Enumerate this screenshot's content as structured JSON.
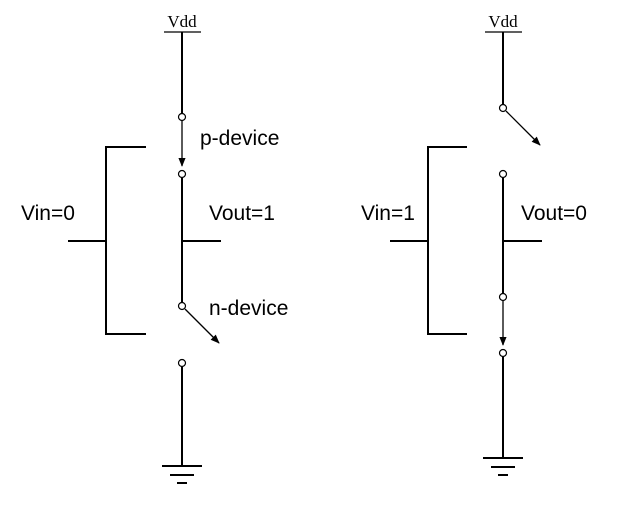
{
  "left_circuit": {
    "vdd_label": "Vdd",
    "p_device_label": "p-device",
    "n_device_label": "n-device",
    "vin_label": "Vin=0",
    "vout_label": "Vout=1",
    "p_switch": "closed",
    "n_switch": "open"
  },
  "right_circuit": {
    "vdd_label": "Vdd",
    "vin_label": "Vin=1",
    "vout_label": "Vout=0",
    "p_switch": "open",
    "n_switch": "closed"
  }
}
